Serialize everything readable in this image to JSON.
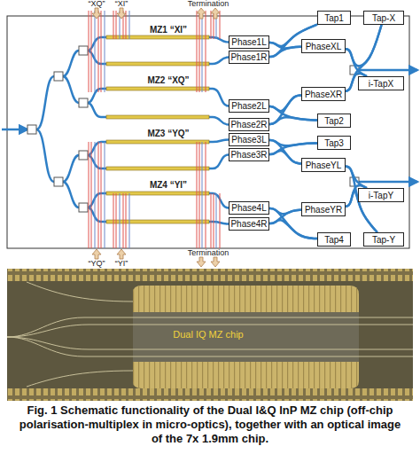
{
  "diagram": {
    "caption": "Fig. 1 Schematic functionality of the Dual I&Q InP MZ chip (off-chip polarisation-multiplex in micro-optics), together with an optical image of the 7x 1.9mm chip.",
    "nodes": [
      {
        "text": [
          "Tap1"
        ]
      },
      {
        "text": [
          "Tap-X"
        ]
      },
      {
        "text": [
          "Phase1L"
        ]
      },
      {
        "text": [
          "PhaseXL"
        ]
      },
      {
        "text": [
          "Phase1R"
        ]
      },
      {
        "text": [
          "i-TapX"
        ]
      },
      {
        "text": [
          "PhaseXR"
        ]
      },
      {
        "text": [
          "Phase2L"
        ]
      },
      {
        "text": [
          "Tap2"
        ]
      },
      {
        "text": [
          "Phase2R"
        ]
      },
      {
        "text": [
          "Phase3L"
        ]
      },
      {
        "text": [
          "Tap3"
        ]
      },
      {
        "text": [
          "Phase3R"
        ]
      },
      {
        "text": [
          "PhaseYL"
        ]
      },
      {
        "text": [
          "i-TapY"
        ]
      },
      {
        "text": [
          "PhaseYR"
        ]
      },
      {
        "text": [
          "Phase4L"
        ]
      },
      {
        "text": [
          "Phase4R"
        ]
      },
      {
        "text": [
          "Tap4"
        ]
      },
      {
        "text": [
          "Tap-Y"
        ]
      }
    ],
    "edges": [
      {
        "from": 2,
        "to": 0,
        "arrow": "none"
      },
      {
        "from": 2,
        "to": 3,
        "arrow": "none"
      },
      {
        "from": 4,
        "to": 0,
        "arrow": "none"
      },
      {
        "from": 4,
        "to": 3,
        "arrow": "none"
      },
      {
        "from": 7,
        "to": 6,
        "arrow": "none"
      },
      {
        "from": 7,
        "to": 8,
        "arrow": "none"
      },
      {
        "from": 9,
        "to": 6,
        "arrow": "none"
      },
      {
        "from": 9,
        "to": 8,
        "arrow": "none"
      },
      {
        "from": 10,
        "to": 11,
        "arrow": "none"
      },
      {
        "from": 10,
        "to": 13,
        "arrow": "none"
      },
      {
        "from": 12,
        "to": 11,
        "arrow": "none"
      },
      {
        "from": 12,
        "to": 13,
        "arrow": "none"
      },
      {
        "from": 16,
        "to": 15,
        "arrow": "none"
      },
      {
        "from": 16,
        "to": 18,
        "arrow": "none"
      },
      {
        "from": 17,
        "to": 15,
        "arrow": "none"
      },
      {
        "from": 17,
        "to": 18,
        "arrow": "none"
      },
      {
        "from": 3,
        "to": 1,
        "arrow": "none"
      },
      {
        "from": 3,
        "to": 5,
        "arrow": "none"
      },
      {
        "from": 6,
        "to": 1,
        "arrow": "none"
      },
      {
        "from": 6,
        "to": 5,
        "arrow": "none"
      },
      {
        "from": 13,
        "to": 14,
        "arrow": "none"
      },
      {
        "from": 13,
        "to": 19,
        "arrow": "none"
      },
      {
        "from": 15,
        "to": 14,
        "arrow": "none"
      },
      {
        "from": 15,
        "to": 19,
        "arrow": "none"
      }
    ],
    "labels": [
      "“XQ”",
      "“XI”",
      "Termination",
      "MZ1 “XI”",
      "MZ2 “XQ”",
      "MZ3 “YQ”",
      "MZ4 “YI”",
      "“YQ”",
      "“YI”",
      "Termination",
      "Dual IQ MZ chip"
    ]
  }
}
